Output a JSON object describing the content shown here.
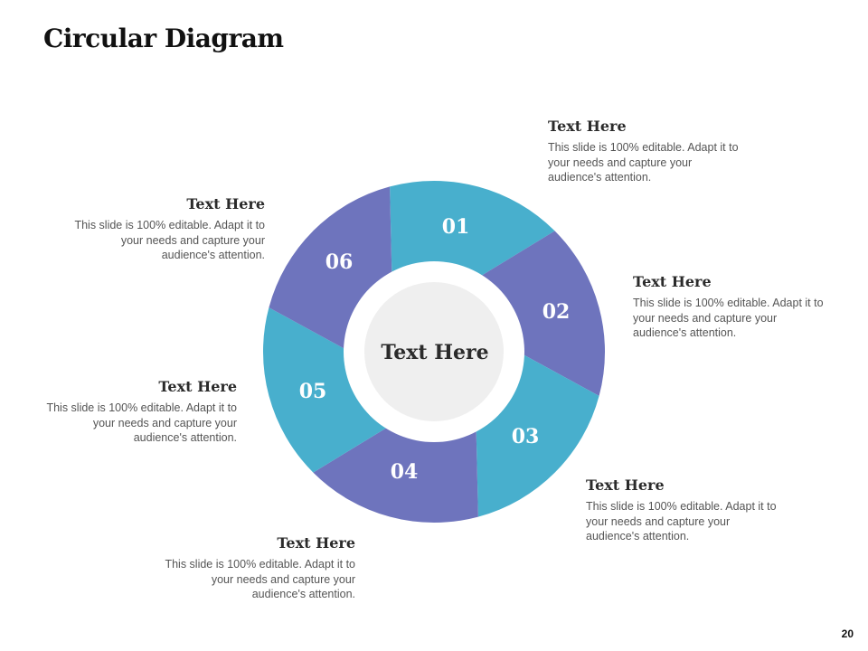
{
  "slide": {
    "title": "Circular Diagram",
    "page_number": "20"
  },
  "diagram": {
    "center_label": "Text Here",
    "colors": {
      "teal": "#48AFCD",
      "purple": "#6E74BD",
      "center": "#EFEFEF",
      "ring_gap": "#FFFFFF"
    },
    "segments": [
      {
        "number": "01",
        "color": "teal"
      },
      {
        "number": "02",
        "color": "purple"
      },
      {
        "number": "03",
        "color": "teal"
      },
      {
        "number": "04",
        "color": "purple"
      },
      {
        "number": "05",
        "color": "teal"
      },
      {
        "number": "06",
        "color": "purple"
      }
    ]
  },
  "callouts": [
    {
      "title": "Text Here",
      "body": "This slide is 100% editable. Adapt it to your needs and capture your audience's attention."
    },
    {
      "title": "Text Here",
      "body": "This slide is 100% editable. Adapt it to your needs and capture your audience's attention."
    },
    {
      "title": "Text Here",
      "body": "This slide is 100% editable. Adapt it to your needs and capture your audience's attention."
    },
    {
      "title": "Text Here",
      "body": "This slide is 100% editable. Adapt it to your needs and capture your audience's attention."
    },
    {
      "title": "Text Here",
      "body": "This slide is 100% editable. Adapt it to your needs and capture your audience's attention."
    },
    {
      "title": "Text Here",
      "body": "This slide is 100% editable. Adapt it to your needs and capture your audience's attention."
    }
  ]
}
